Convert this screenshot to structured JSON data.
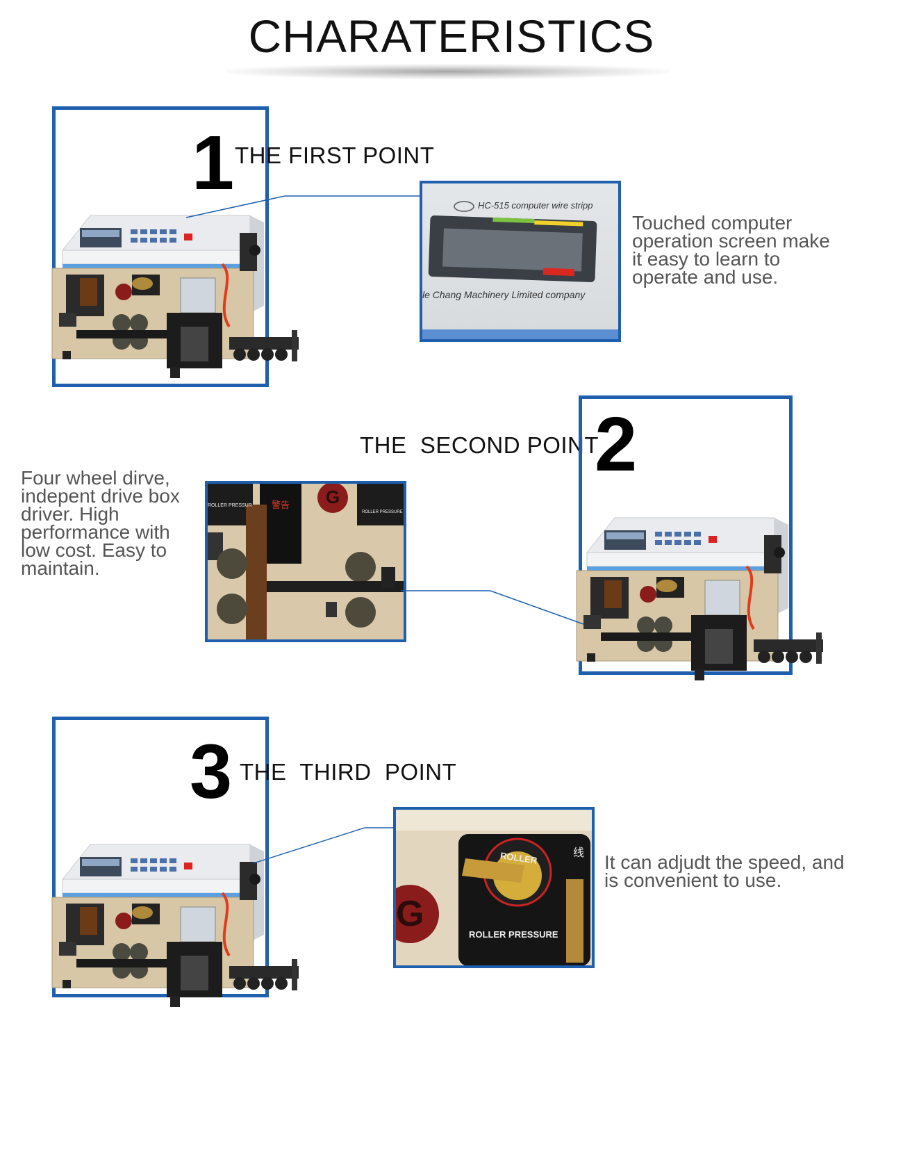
{
  "page_title": "CHARATERISTICS",
  "sections": [
    {
      "number": "1",
      "heading": "THE FIRST POINT",
      "description": "Touched computer operation screen make it easy to learn to operate and use.",
      "detail_photo": {
        "brand_line": "HC-515 computer wire stripp",
        "company_line": "le Chang Machinery  Limited company"
      }
    },
    {
      "number": "2",
      "heading": "THE  SECOND POINT",
      "description": "Four wheel dirve, indepent drive box driver. High performance with low cost. Easy to maintain.",
      "detail_photo": {
        "label_left": "ROLLER PRESSUR",
        "label_right": "ROLLER PRESSURE",
        "warning_sign": "警告",
        "badge": "G"
      }
    },
    {
      "number": "3",
      "heading": "THE  THIRD  POINT",
      "description": "It can adjudt the speed, and is convenient to use.",
      "detail_photo": {
        "knob_label": "ROLLER",
        "panel_label": "ROLLER PRESSURE",
        "badge": "G",
        "char": "线"
      }
    }
  ],
  "colors": {
    "frame_blue": "#1e5fae",
    "heading_text": "#111111",
    "description_text": "#555555"
  }
}
